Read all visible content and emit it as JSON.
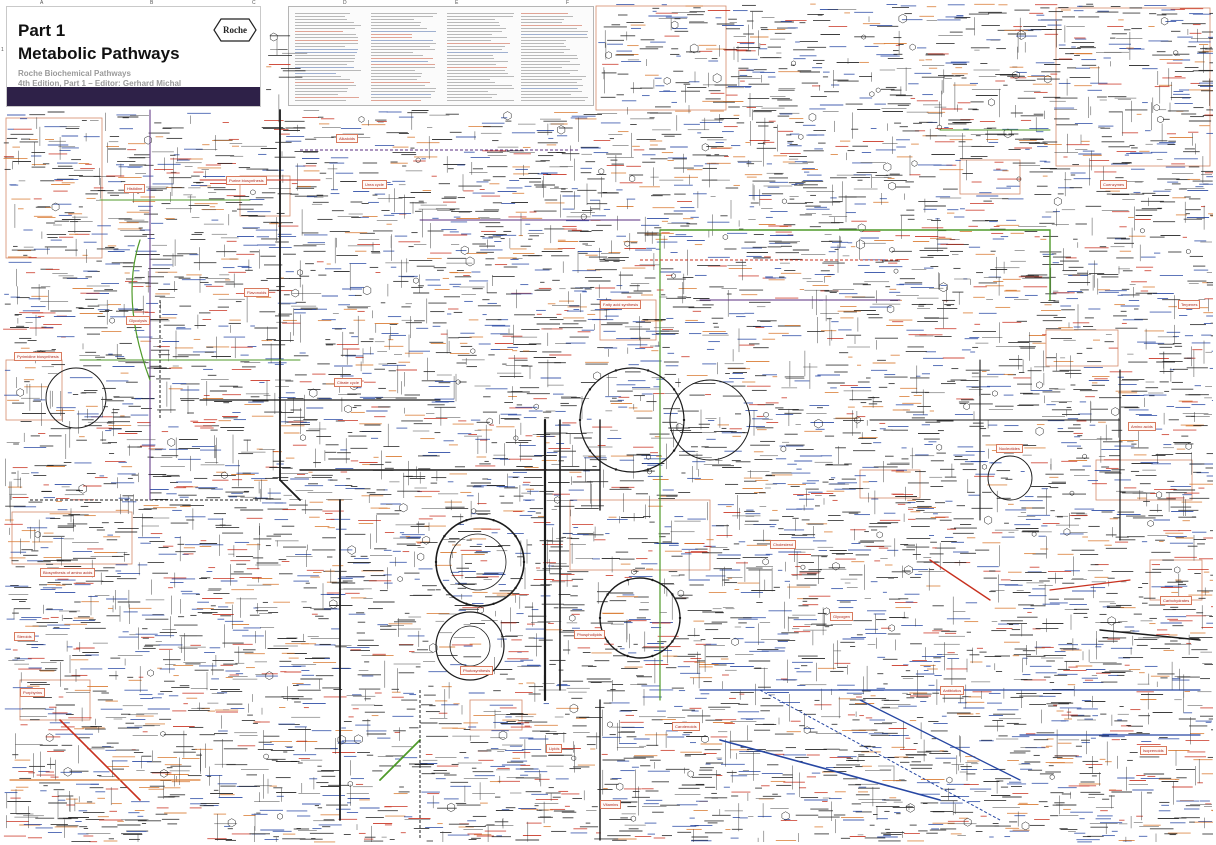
{
  "title_card": {
    "part": "Part 1",
    "title": "Metabolic Pathways",
    "publisher": "Roche Biochemical Pathways",
    "edition_line": "4th Edition, Part 1 – Editor: Gerhard Michal",
    "logo_text": "Roche",
    "band_color": "#2e2148"
  },
  "grid": {
    "columns": [
      "A",
      "B",
      "C",
      "D",
      "E",
      "F"
    ],
    "rows": [
      "1"
    ]
  },
  "section_labels": [
    "Pyrimidine biosynthesis",
    "Histidine",
    "Purine biosynthesis",
    "Glycolysis",
    "Citrate cycle",
    "Urea cycle",
    "Fatty acid synthesis",
    "Phospholipids",
    "Cholesterol",
    "Steroids",
    "Porphyrins",
    "Glycogen",
    "Nucleotides",
    "Amino acids",
    "Carbohydrates",
    "Lipids",
    "Vitamins",
    "Coenzymes",
    "Terpenes",
    "Alkaloids",
    "Flavonoids",
    "Photosynthesis",
    "Carotenoids",
    "Antibiotics",
    "Isoprenoids",
    "Biosynthesis of amino acids"
  ],
  "colors": {
    "ink": "#1c1c1c",
    "enzyme_blue": "#2747a3",
    "cofactor_red": "#c8311f",
    "pathway_green": "#4f9a2a",
    "pathway_purple": "#5a2e7f",
    "pathway_orange": "#d9792e",
    "box_outline": "#d58a6a"
  }
}
